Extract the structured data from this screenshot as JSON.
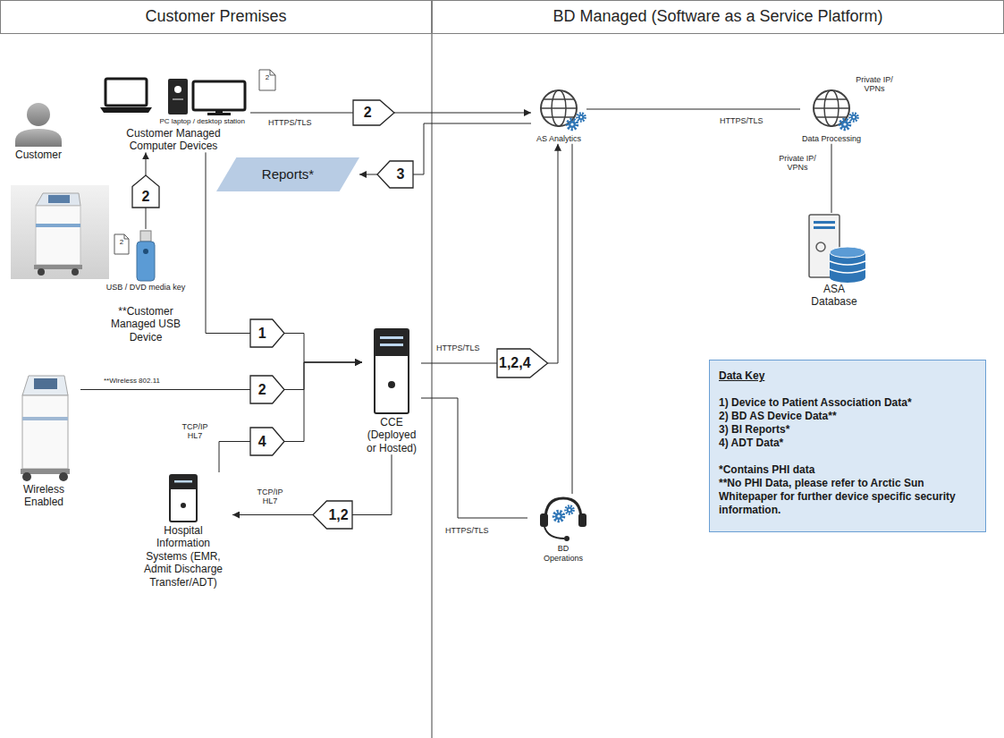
{
  "diagram": {
    "nodes": [
      {
        "text": [
          "Customer Premises"
        ]
      },
      {
        "text": [
          "BD Managed (Software as a Service Platform)"
        ]
      },
      {
        "text": [
          "Customer"
        ]
      },
      {
        "text": [
          "PC laptop / desktop station",
          "Customer Managed Computer Devices"
        ]
      },
      {
        "text": [
          "2"
        ]
      },
      {
        "text": [
          "AS Analytics"
        ]
      },
      {
        "text": [
          "Data Processing"
        ]
      },
      {
        "text": [
          "Reports*"
        ]
      },
      {
        "text": [
          "3"
        ]
      },
      {
        "text": [
          "2"
        ]
      },
      {
        "text": [
          "ASA Database"
        ]
      },
      {
        "text": [
          "USB / DVD media key",
          "**Customer Managed USB Device"
        ]
      },
      {
        "text": [
          "1"
        ]
      },
      {
        "text": [
          "CCE (Deployed or Hosted)"
        ]
      },
      {
        "text": [
          "1,2,4"
        ]
      },
      {
        "text": [
          "Wireless Enabled"
        ]
      },
      {
        "text": [
          "2"
        ]
      },
      {
        "text": [
          "Data Key",
          "1) Device to Patient Association Data*",
          "2) BD AS Device Data**",
          "3) BI Reports*",
          "4) ADT Data*",
          "*Contains PHI data",
          "**No PHI Data, please refer to Arctic Sun Whitepaper for further device specific security information."
        ]
      },
      {
        "text": [
          "4"
        ]
      },
      {
        "text": [
          "Hospital Information Systems (EMR, Admit Discharge Transfer/ADT)"
        ]
      },
      {
        "text": [
          "1,2"
        ]
      },
      {
        "text": [
          "BD Operations"
        ]
      }
    ],
    "edges": [
      {
        "from": 3,
        "to": 4,
        "arrow": "none"
      },
      {
        "from": 4,
        "to": 5,
        "arrow": "to"
      },
      {
        "from": 5,
        "to": 8,
        "arrow": "none"
      },
      {
        "from": 8,
        "to": 7,
        "arrow": "to"
      },
      {
        "from": 5,
        "to": 6,
        "arrow": "none"
      },
      {
        "from": 6,
        "to": 10,
        "arrow": "none"
      },
      {
        "from": 11,
        "to": 9,
        "arrow": "none"
      },
      {
        "from": 9,
        "to": 3,
        "arrow": "to"
      },
      {
        "from": 3,
        "to": 12,
        "arrow": "none"
      },
      {
        "from": 12,
        "to": 13,
        "arrow": "to"
      },
      {
        "from": 15,
        "to": 16,
        "arrow": "none"
      },
      {
        "from": 16,
        "to": 13,
        "arrow": "to"
      },
      {
        "from": 19,
        "to": 18,
        "arrow": "none"
      },
      {
        "from": 18,
        "to": 13,
        "arrow": "to"
      },
      {
        "from": 13,
        "to": 14,
        "arrow": "none"
      },
      {
        "from": 14,
        "to": 5,
        "arrow": "to"
      },
      {
        "from": 13,
        "to": 21,
        "arrow": "none"
      },
      {
        "from": 21,
        "to": 5,
        "arrow": "none"
      },
      {
        "from": 13,
        "to": 20,
        "arrow": "none"
      },
      {
        "from": 20,
        "to": 19,
        "arrow": "to"
      }
    ],
    "labels": [
      "2",
      "HTTPS/TLS",
      "Private IP/ VPNs",
      "HTTPS/TLS",
      "Private IP/ VPNs",
      "2",
      "**Wireless 802.11",
      "TCP/IP HL7",
      "HTTPS/TLS",
      "HTTPS/TLS",
      "TCP/IP HL7"
    ]
  }
}
